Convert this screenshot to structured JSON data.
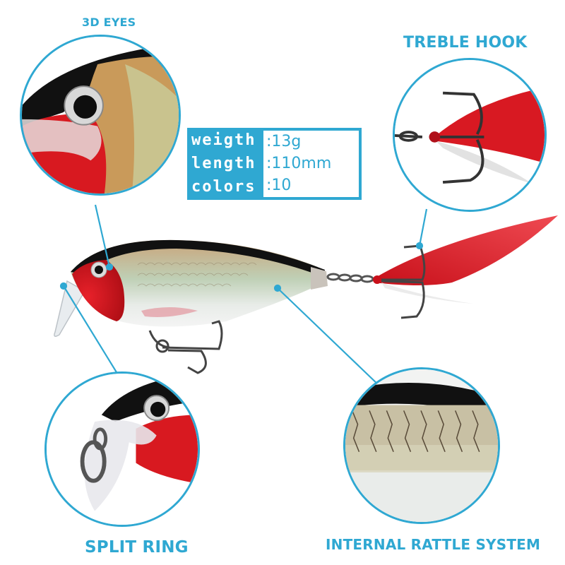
{
  "labels": {
    "eyes": "3D EYES",
    "hook": "TREBLE HOOK",
    "ring": "SPLIT RING",
    "rattle": "INTERNAL RATTLE SYSTEM"
  },
  "specs": {
    "rows": [
      {
        "key": "weigth",
        "value": ":13g"
      },
      {
        "key": "length",
        "value": ":110mm"
      },
      {
        "key": "colors",
        "value": ":10"
      }
    ]
  },
  "colors": {
    "accent": "#2fa8d2",
    "lure_red": "#d8141c",
    "lure_black": "#111111"
  }
}
